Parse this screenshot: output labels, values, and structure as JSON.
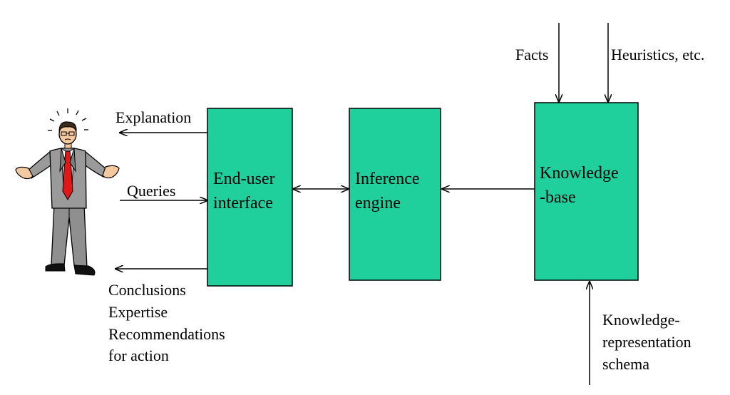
{
  "colors": {
    "box_fill": "#1fcf9c",
    "line": "#000000",
    "suit": "#9a9a9a",
    "tie": "#e01818"
  },
  "icons": {
    "user": "confused-businessman-icon"
  },
  "boxes": {
    "interface": {
      "line1": "End-user",
      "line2": "interface"
    },
    "inference": {
      "line1": "Inference",
      "line2": "engine"
    },
    "knowledge": {
      "line1": "Knowledge",
      "line2": "-base"
    }
  },
  "labels": {
    "explanation": "Explanation",
    "queries": "Queries",
    "conclusions": "Conclusions",
    "expertise": "Expertise",
    "recommendations": "Recommendations",
    "for_action": "for action",
    "facts": "Facts",
    "heuristics": "Heuristics, etc.",
    "kr_line1": "Knowledge-",
    "kr_line2": "representation",
    "kr_line3": "schema"
  }
}
